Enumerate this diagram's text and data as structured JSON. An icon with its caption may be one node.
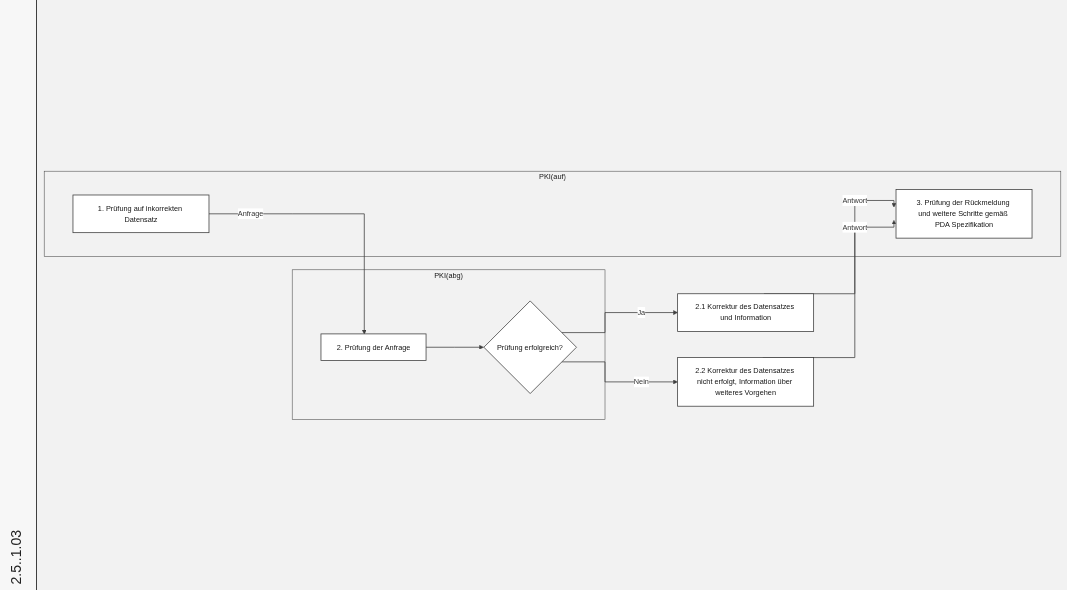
{
  "diagram": {
    "nodes": [
      {
        "text": [
          "PKI(abg)"
        ]
      },
      {
        "text": [
          "PKI(auf)"
        ]
      },
      {
        "text": [
          "2. Prüfung der Anfrage"
        ],
        "in": 0
      },
      {
        "text": [
          "1. Prüfung auf inkorrekten Datensatz"
        ],
        "in": 1
      },
      {
        "text": [
          "2.1 Korrektur des Datensatzes und Information"
        ]
      },
      {
        "text": [
          "Prüfung erfolgreich?"
        ],
        "in": 0
      },
      {
        "text": [
          "3. Prüfung der Rückmeldung und weitere Schritte gemäß PDA Spezifikation"
        ],
        "in": 1
      },
      {
        "text": [
          "2.2 Korrektur des Datensatzes nicht erfolgt, Information über weiteres Vorgehen"
        ]
      }
    ],
    "edges": [
      {
        "from": 3,
        "to": 2,
        "label": "Anfrage",
        "arrow": "to"
      },
      {
        "from": 2,
        "to": 5,
        "arrow": "to"
      },
      {
        "from": 5,
        "to": 4,
        "label": "Ja",
        "arrow": "to"
      },
      {
        "from": 5,
        "to": 7,
        "label": "Nein",
        "arrow": "to"
      },
      {
        "from": 4,
        "to": 6,
        "label": "Antwort",
        "arrow": "to"
      },
      {
        "from": 7,
        "to": 6,
        "label": "Antwort",
        "arrow": "to"
      }
    ],
    "labels": [
      "2.5..1.03"
    ]
  }
}
